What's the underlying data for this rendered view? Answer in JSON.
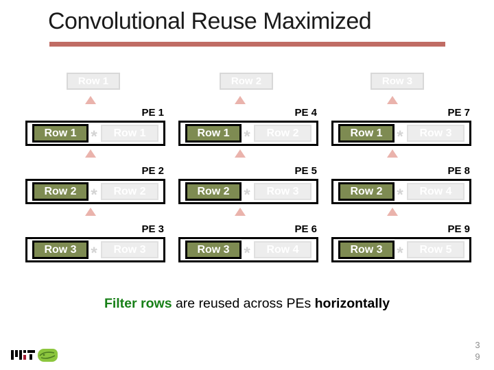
{
  "title": "Convolutional Reuse Maximized",
  "row_headers": [
    "Row 1",
    "Row 2",
    "Row 3"
  ],
  "grid": {
    "rows": [
      {
        "cells": [
          {
            "pe": "PE 1",
            "filter_row": "Row 1",
            "star": "*",
            "image_row": "Row 1"
          },
          {
            "pe": "PE 4",
            "filter_row": "Row 1",
            "star": "*",
            "image_row": "Row 2"
          },
          {
            "pe": "PE 7",
            "filter_row": "Row 1",
            "star": "*",
            "image_row": "Row 3"
          }
        ]
      },
      {
        "cells": [
          {
            "pe": "PE 2",
            "filter_row": "Row 2",
            "star": "*",
            "image_row": "Row 2"
          },
          {
            "pe": "PE 5",
            "filter_row": "Row 2",
            "star": "*",
            "image_row": "Row 3"
          },
          {
            "pe": "PE 8",
            "filter_row": "Row 2",
            "star": "*",
            "image_row": "Row 4"
          }
        ]
      },
      {
        "cells": [
          {
            "pe": "PE 3",
            "filter_row": "Row 3",
            "star": "*",
            "image_row": "Row 3"
          },
          {
            "pe": "PE 6",
            "filter_row": "Row 3",
            "star": "*",
            "image_row": "Row 4"
          },
          {
            "pe": "PE 9",
            "filter_row": "Row 3",
            "star": "*",
            "image_row": "Row 5"
          }
        ]
      }
    ]
  },
  "caption": {
    "highlight": "Filter rows",
    "body": " are reused across PEs ",
    "emphasis": "horizontally"
  },
  "footer": {
    "page_digits": [
      "3",
      "9"
    ]
  },
  "icons": {
    "mit_logo": "mit-logo",
    "group_logo": "green-leaf-logo",
    "flow_marker": "up-triangle-icon"
  },
  "colors": {
    "title_rule": "#c06c64",
    "filter_green": "#7e8b52",
    "caption_green": "#188018",
    "triangle_pink": "#eab3ac",
    "ghost_gray": "#ececec",
    "mit_red": "#a31f34",
    "logo_green": "#8cc63e"
  }
}
